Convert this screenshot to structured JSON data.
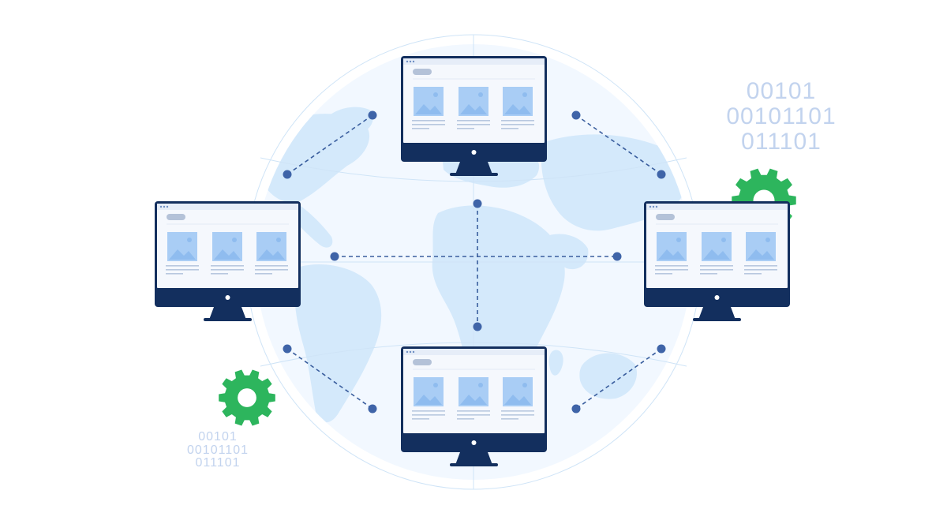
{
  "colors": {
    "background": "#ffffff",
    "globe_ocean": "#f2f8ff",
    "globe_land": "#d4e9fb",
    "grid_line": "#cfe4f7",
    "monitor_frame": "#132f5e",
    "monitor_screen": "#f5f8fd",
    "placeholder_image": "#a9cdf5",
    "placeholder_image_dark": "#8fbcef",
    "text_line": "#b8c8df",
    "connector": "#3a5e9e",
    "node": "#3f64a8",
    "gear": "#2db55d",
    "binary_text": "#c2d3ee"
  },
  "binary_top_right": [
    "00101",
    "00101101",
    "011101"
  ],
  "binary_bottom_left": [
    "00101",
    "00101101",
    "011101"
  ],
  "icons": {
    "monitors": "monitor-icon",
    "gears": "gear-icon",
    "globe": "globe-icon",
    "picture_placeholder": "image-placeholder-icon"
  }
}
